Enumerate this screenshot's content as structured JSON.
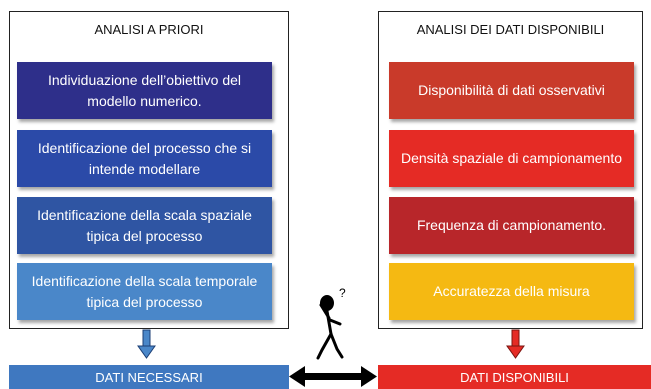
{
  "left_panel": {
    "title": "ANALISI A PRIORI",
    "boxes": [
      {
        "text": "Individuazione dell’obiettivo del modello numerico.",
        "color": "#2e2f8a"
      },
      {
        "text": "Identificazione del processo che si intende modellare",
        "color": "#2b4aa8"
      },
      {
        "text": "Identificazione della scala spaziale tipica del processo",
        "color": "#2f55a3"
      },
      {
        "text": "Identificazione della scala temporale tipica del processo",
        "color": "#4a87c9"
      }
    ]
  },
  "right_panel": {
    "title": "ANALISI DEI DATI DISPONIBILI",
    "boxes": [
      {
        "text": "Disponibilità di dati osservativi",
        "color": "#c93a2a"
      },
      {
        "text": "Densità spaziale di campionamento",
        "color": "#e52b25"
      },
      {
        "text": "Frequenza di campionamento.",
        "color": "#b8262a"
      },
      {
        "text": "Accuratezza della misura",
        "color": "#f5b912"
      }
    ]
  },
  "bottom": {
    "left_label": "DATI NECESSARI",
    "left_color": "#3f78c0",
    "right_label": "DATI  DISPONIBILI",
    "right_color": "#e52b25"
  },
  "figure": {
    "question_mark": "?"
  }
}
